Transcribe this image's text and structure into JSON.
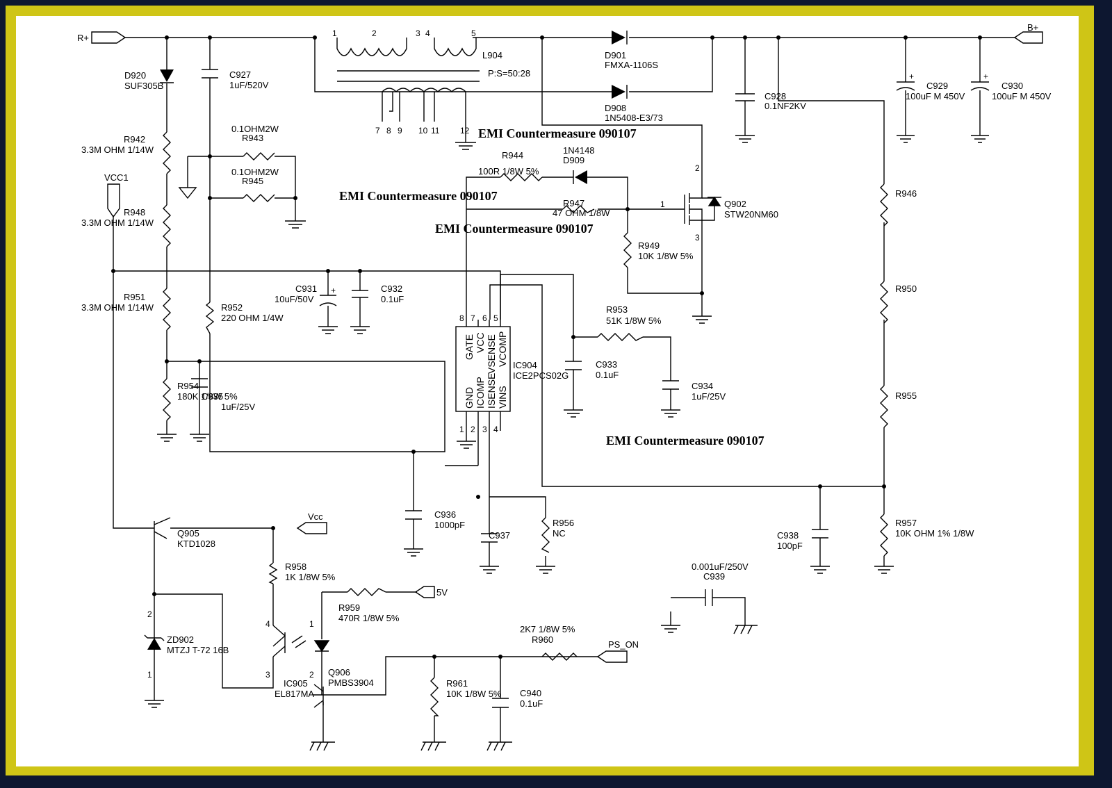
{
  "nets": {
    "r_plus": "R+",
    "b_plus": "B+",
    "vcc1": "VCC1",
    "vcc": "Vcc",
    "five_v": "5V",
    "ps_on": "PS_ON"
  },
  "components": {
    "d920": {
      "ref": "D920",
      "value": "SUF305B"
    },
    "c927": {
      "ref": "C927",
      "value": "1uF/520V"
    },
    "l904": {
      "ref": "L904",
      "ratio": "P:S=50:28",
      "pins": [
        "1",
        "2",
        "3",
        "4",
        "5",
        "7",
        "8",
        "9",
        "10",
        "11",
        "12"
      ]
    },
    "d901": {
      "ref": "D901",
      "value": "FMXA-1106S"
    },
    "d908": {
      "ref": "D908",
      "value": "1N5408-E3/73"
    },
    "c928": {
      "ref": "C928",
      "value": "0.1NF2KV"
    },
    "c929": {
      "ref": "C929",
      "value": "100uF M 450V"
    },
    "c930": {
      "ref": "C930",
      "value": "100uF M 450V"
    },
    "r942": {
      "ref": "R942",
      "value": "3.3M OHM 1/14W"
    },
    "r943": {
      "ref": "R943",
      "value": "0.1OHM2W"
    },
    "r945": {
      "ref": "R945",
      "value": "0.1OHM2W"
    },
    "r944": {
      "ref": "R944",
      "value": "100R 1/8W 5%"
    },
    "d909": {
      "ref": "D909",
      "value": "1N4148"
    },
    "r947": {
      "ref": "R947",
      "value": "47 OHM 1/8W"
    },
    "q902": {
      "ref": "Q902",
      "value": "STW20NM60",
      "pins": [
        "1",
        "2",
        "3"
      ]
    },
    "r949": {
      "ref": "R949",
      "value": "10K 1/8W 5%"
    },
    "r948": {
      "ref": "R948",
      "value": "3.3M OHM 1/14W"
    },
    "r951": {
      "ref": "R951",
      "value": "3.3M OHM 1/14W"
    },
    "r952": {
      "ref": "R952",
      "value": "220 OHM 1/4W"
    },
    "c931": {
      "ref": "C931",
      "value": "10uF/50V"
    },
    "c932": {
      "ref": "C932",
      "value": "0.1uF"
    },
    "r953": {
      "ref": "R953",
      "value": "51K 1/8W 5%"
    },
    "c933": {
      "ref": "C933",
      "value": "0.1uF"
    },
    "c934": {
      "ref": "C934",
      "value": "1uF/25V"
    },
    "ic904": {
      "ref": "IC904",
      "value": "ICE2PCS02G",
      "top_pins": [
        "GATE",
        "VCC",
        "VSENSE",
        "VCOMP"
      ],
      "bottom_pins": [
        "GND",
        "ICOMP",
        "ISENSE",
        "VINS"
      ],
      "top_nums": [
        "8",
        "7",
        "6",
        "5"
      ],
      "bottom_nums": [
        "1",
        "2",
        "3",
        "4"
      ]
    },
    "r954": {
      "ref": "R954",
      "value": "180K 1/8W 5%"
    },
    "c935": {
      "ref": "C935",
      "value": "1uF/25V"
    },
    "r946": {
      "ref": "R946"
    },
    "r950": {
      "ref": "R950"
    },
    "r955": {
      "ref": "R955"
    },
    "c936": {
      "ref": "C936",
      "value": "1000pF"
    },
    "c937": {
      "ref": "C937"
    },
    "r956": {
      "ref": "R956",
      "value": "NC"
    },
    "c938": {
      "ref": "C938",
      "value": "100pF"
    },
    "r957": {
      "ref": "R957",
      "value": "10K OHM 1% 1/8W"
    },
    "q905": {
      "ref": "Q905",
      "value": "KTD1028"
    },
    "r958": {
      "ref": "R958",
      "value": "1K 1/8W 5%"
    },
    "r959": {
      "ref": "R959",
      "value": "470R 1/8W 5%"
    },
    "c939": {
      "ref": "C939",
      "value": "0.001uF/250V"
    },
    "zd902": {
      "ref": "ZD902",
      "value": "MTZJ T-72 16B",
      "pins": [
        "2",
        "1"
      ]
    },
    "ic905": {
      "ref": "IC905",
      "value": "EL817MA",
      "pins": [
        "4",
        "3",
        "1",
        "2"
      ]
    },
    "q906": {
      "ref": "Q906",
      "value": "PMBS3904"
    },
    "r960": {
      "ref": "R960",
      "value": "2K7 1/8W 5%"
    },
    "r961": {
      "ref": "R961",
      "value": "10K 1/8W 5%"
    },
    "c940": {
      "ref": "C940",
      "value": "0.1uF"
    }
  },
  "annotations": {
    "emi_1": "EMI Countermeasure 090107",
    "emi_2": "EMI Countermeasure 090107",
    "emi_3": "EMI Countermeasure 090107",
    "emi_4": "EMI Countermeasure 090107"
  },
  "colors": {
    "border": "#cfc516",
    "outer": "#0d1730",
    "paper": "#ffffff",
    "ink": "#000000"
  }
}
